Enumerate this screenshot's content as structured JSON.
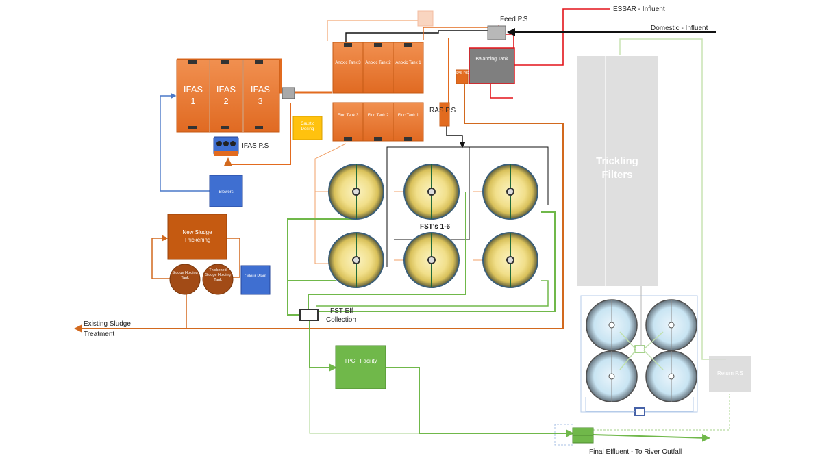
{
  "labels": {
    "essar_influent": "ESSAR - Influent",
    "domestic_influent": "Domestic - Influent",
    "feed_ps": "Feed P.S",
    "balancing_tank": "Balancing Tank",
    "sas_ps": "SAS P.S",
    "ras_ps": "RAS P.S",
    "ifas_ps": "IFAS P.S",
    "caustic_dosing": "Caustic Dosing",
    "blowers": "Blowers",
    "new_sludge_thickening": "New Sludge Thickening",
    "sludge_holding_tank": "Sludge Holding Tank",
    "thickened_sludge_holding_tank": "Thickened Sludge Holding Tank",
    "odour_plant": "Odour Plant",
    "fsts": "FST's 1-6",
    "fst_eff_collection": "FST Eff Collection",
    "existing_sludge_treatment": "Existing Sludge Treatment",
    "tpcf_facility": "TPCF Facility",
    "trickling_filters": "Trickling Filters",
    "return_ps": "Return P.S",
    "final_effluent": "Final Effluent - To River Outfall"
  },
  "ifas_tanks": [
    {
      "name": "IFAS",
      "number": "1"
    },
    {
      "name": "IFAS",
      "number": "2"
    },
    {
      "name": "IFAS",
      "number": "3"
    }
  ],
  "anoxic_tanks": [
    "Anoxic Tank 3",
    "Anoxic Tank 2",
    "Anoxic Tank 1"
  ],
  "floc_tanks": [
    "Floc Tank 3",
    "Floc Tank 2",
    "Floc Tank 1"
  ],
  "colors": {
    "orange": "#e07b39",
    "orange_line": "#e26b1f",
    "green": "#70b84a",
    "blue_box": "#3f6fd1",
    "brown": "#b4531a",
    "yellow": "#ffc20e",
    "grey_tank": "#7f7f7f",
    "red_line": "#e3141a"
  }
}
